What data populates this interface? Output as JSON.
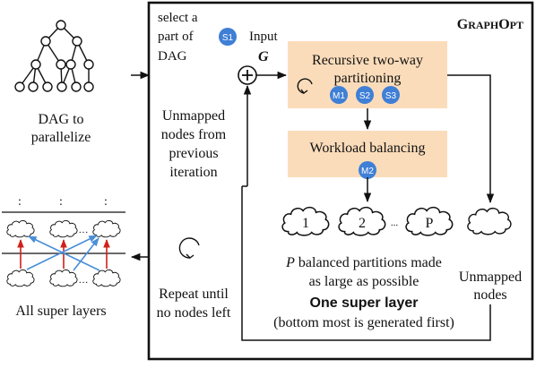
{
  "title": {
    "part1": "G",
    "part2": "RAPH",
    "part3": "O",
    "part4": "PT"
  },
  "dag": {
    "caption_line1": "DAG to",
    "caption_line2": "parallelize"
  },
  "select": {
    "line1": "select a",
    "line2": "part of",
    "line3": "DAG",
    "badge": "S1"
  },
  "input": {
    "label": "Input",
    "var": "G"
  },
  "unmapped_prev": {
    "line1": "Unmapped",
    "line2": "nodes from",
    "line3": "previous",
    "line4": "iteration"
  },
  "partitioning": {
    "line1": "Recursive two-way",
    "line2": "partitioning",
    "badges": [
      "M1",
      "S2",
      "S3"
    ]
  },
  "balancing": {
    "label": "Workload balancing",
    "badge": "M2"
  },
  "partitions": {
    "labels": [
      "1",
      "2",
      "P"
    ],
    "dots": "..."
  },
  "balanced": {
    "var": "P",
    "line1_rest": " balanced partitions made",
    "line2": "as large as possible"
  },
  "unmapped_nodes": {
    "line1": "Unmapped",
    "line2": "nodes"
  },
  "super_layer": {
    "label": "One super layer",
    "note": "(bottom most is generated first)"
  },
  "repeat": {
    "line1": "Repeat until",
    "line2": "no nodes left"
  },
  "all_layers": {
    "caption": "All super layers",
    "vdots": ":"
  },
  "colors": {
    "box_fill": "#fbdcba",
    "badge": "#3f7fd6",
    "red_arrow": "#d0201a",
    "blue_arrow": "#4a8ed8"
  }
}
